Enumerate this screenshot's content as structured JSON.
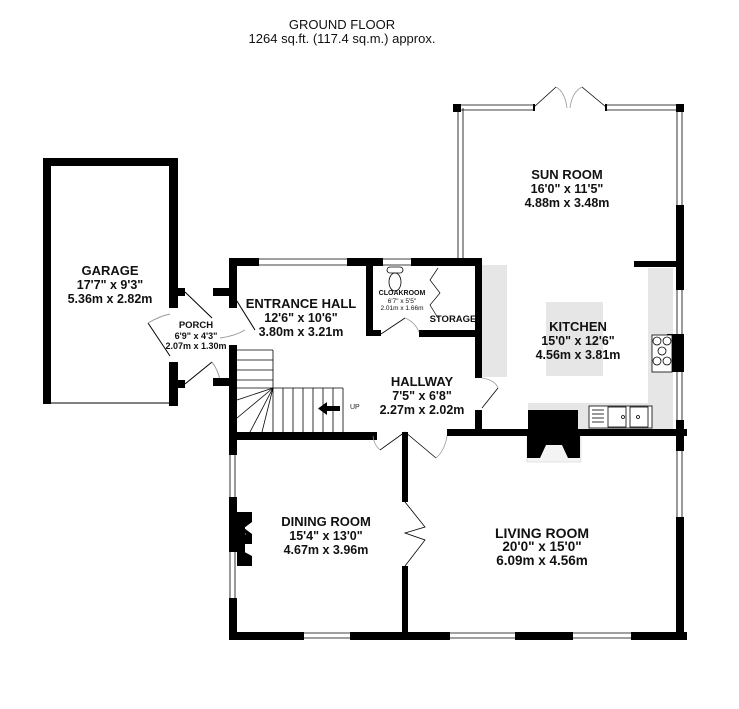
{
  "header": {
    "floor_name": "GROUND FLOOR",
    "area": "1264 sq.ft. (117.4 sq.m.) approx."
  },
  "rooms": {
    "garage": {
      "name": "GARAGE",
      "imperial": "17'7\"  x 9'3\"",
      "metric": "5.36m  x 2.82m"
    },
    "porch": {
      "name": "PORCH",
      "imperial": "6'9\"  x 4'3\"",
      "metric": "2.07m  x 1.30m"
    },
    "entrance_hall": {
      "name": "ENTRANCE HALL",
      "imperial": "12'6\"  x 10'6\"",
      "metric": "3.80m  x 3.21m"
    },
    "cloakroom": {
      "name": "CLOAKROOM",
      "imperial": "6'7\"  x 5'5\"",
      "metric": "2.01m  x 1.66m"
    },
    "storage": {
      "name": "STORAGE"
    },
    "hallway": {
      "name": "HALLWAY",
      "imperial": "7'5\"  x 6'8\"",
      "metric": "2.27m  x 2.02m"
    },
    "sun_room": {
      "name": "SUN ROOM",
      "imperial": "16'0\"  x 11'5\"",
      "metric": "4.88m  x 3.48m"
    },
    "kitchen": {
      "name": "KITCHEN",
      "imperial": "15'0\"  x 12'6\"",
      "metric": "4.56m  x 3.81m"
    },
    "dining_room": {
      "name": "DINING ROOM",
      "imperial": "15'4\"  x 13'0\"",
      "metric": "4.67m  x 3.96m"
    },
    "living_room": {
      "name": "LIVING ROOM",
      "imperial": "20'0\"  x 15'0\"",
      "metric": "6.09m  x 4.56m"
    }
  },
  "stairs": {
    "label": "UP"
  },
  "colors": {
    "wall": "#000000",
    "fixture": "#e6e6e6",
    "background": "#ffffff"
  }
}
